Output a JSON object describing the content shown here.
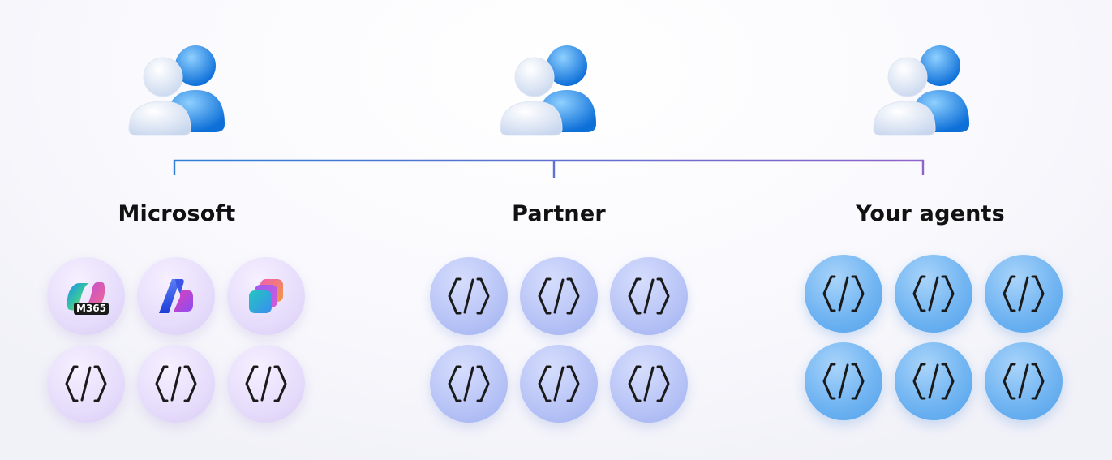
{
  "groups": [
    {
      "id": "microsoft",
      "title": "Microsoft",
      "apps": [
        "copilot-m365-icon",
        "azure-foundry-icon",
        "copilot-studio-icon",
        "agent-icon",
        "agent-icon",
        "agent-icon"
      ],
      "badge": "M365",
      "accent": "#d9ccf5"
    },
    {
      "id": "partner",
      "title": "Partner",
      "apps": [
        "agent-icon",
        "agent-icon",
        "agent-icon",
        "agent-icon",
        "agent-icon",
        "agent-icon"
      ],
      "accent": "#a9b8f2"
    },
    {
      "id": "yours",
      "title": "Your agents",
      "apps": [
        "agent-icon",
        "agent-icon",
        "agent-icon",
        "agent-icon",
        "agent-icon",
        "agent-icon"
      ],
      "accent": "#5aa8ee"
    }
  ],
  "people_icon": "users-icon",
  "connector_colors": [
    "#2f7fd6",
    "#8f63c9"
  ]
}
